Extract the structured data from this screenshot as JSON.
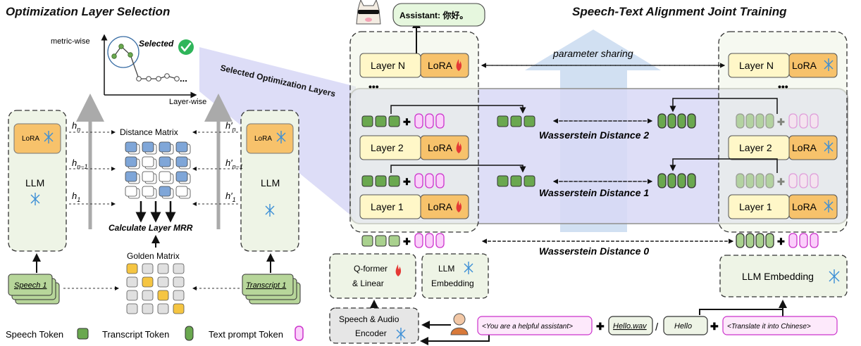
{
  "titles": {
    "left": "Optimization Layer Selection",
    "right": "Speech-Text Alignment Joint Training"
  },
  "left": {
    "metric_label": "metric-wise",
    "layer_label": "Layer-wise",
    "selected": "Selected",
    "dots": "...",
    "lora": "LoRA",
    "llm": "LLM",
    "h_n": "h",
    "h_n_sub": "n",
    "h_n1_sub": "n−1",
    "h_1_sub": "1",
    "distance_matrix": "Distance Matrix",
    "calculate": "Calculate Layer MRR",
    "golden_matrix": "Golden Matrix",
    "speech1": "Speech 1",
    "transcript1": "Transcript 1"
  },
  "middle": {
    "assistant": "Assistant: 你好。",
    "selected_layers": "Selected Optimization Layers",
    "parameter_sharing": "parameter sharing",
    "layer_n": "Layer N",
    "layer_2": "Layer 2",
    "layer_1": "Layer 1",
    "lora": "LoRA",
    "dots": "•••",
    "wd2": "Wasserstein Distance 2",
    "wd1": "Wasserstein Distance 1",
    "wd0": "Wasserstein Distance 0",
    "qformer_line1": "Q-former",
    "qformer_line2": "& Linear",
    "llm_emb_line1": "LLM",
    "llm_emb_line2": "Embedding",
    "llm_embedding": "LLM Embedding",
    "encoder_line1": "Speech & Audio",
    "encoder_line2": "Encoder",
    "prompt1": "<You are a helpful assistant>",
    "hello_wav": "Hello.wav",
    "slash": "/",
    "hello": "Hello",
    "prompt2": "<Translate it into Chinese>"
  },
  "legend": {
    "speech": "Speech Token",
    "transcript": "Transcript Token",
    "text_prompt": "Text prompt Token"
  },
  "colors": {
    "green_token": "#6aa84f",
    "green_light": "#a9d18e",
    "pink_token": "#ee66ee",
    "lora_orange": "#f7c26b",
    "layer_yellow": "#fff7c8",
    "panel_green": "#eef4e6",
    "purple_band": "#c7c7f0",
    "blue_arrow": "#bcd3ee",
    "golden_yellow": "#f5c542",
    "matrix_blue": "#7fa6d8"
  }
}
